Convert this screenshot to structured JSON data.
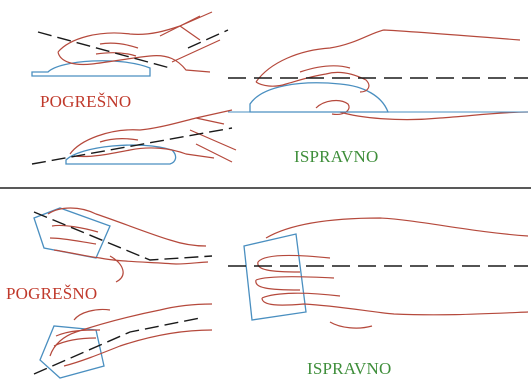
{
  "labels": {
    "top_wrong": "POGREŠNO",
    "top_right": "ISPRAVNO",
    "bottom_wrong": "POGREŠNO",
    "bottom_right": "ISPRAVNO"
  },
  "colors": {
    "wrong_label": "#c0392b",
    "right_label": "#3e8e3a",
    "hand_outline": "#b5493c",
    "mouse_outline": "#4a8fc0",
    "axis_line": "#1a1a1a",
    "separator": "#222222"
  }
}
